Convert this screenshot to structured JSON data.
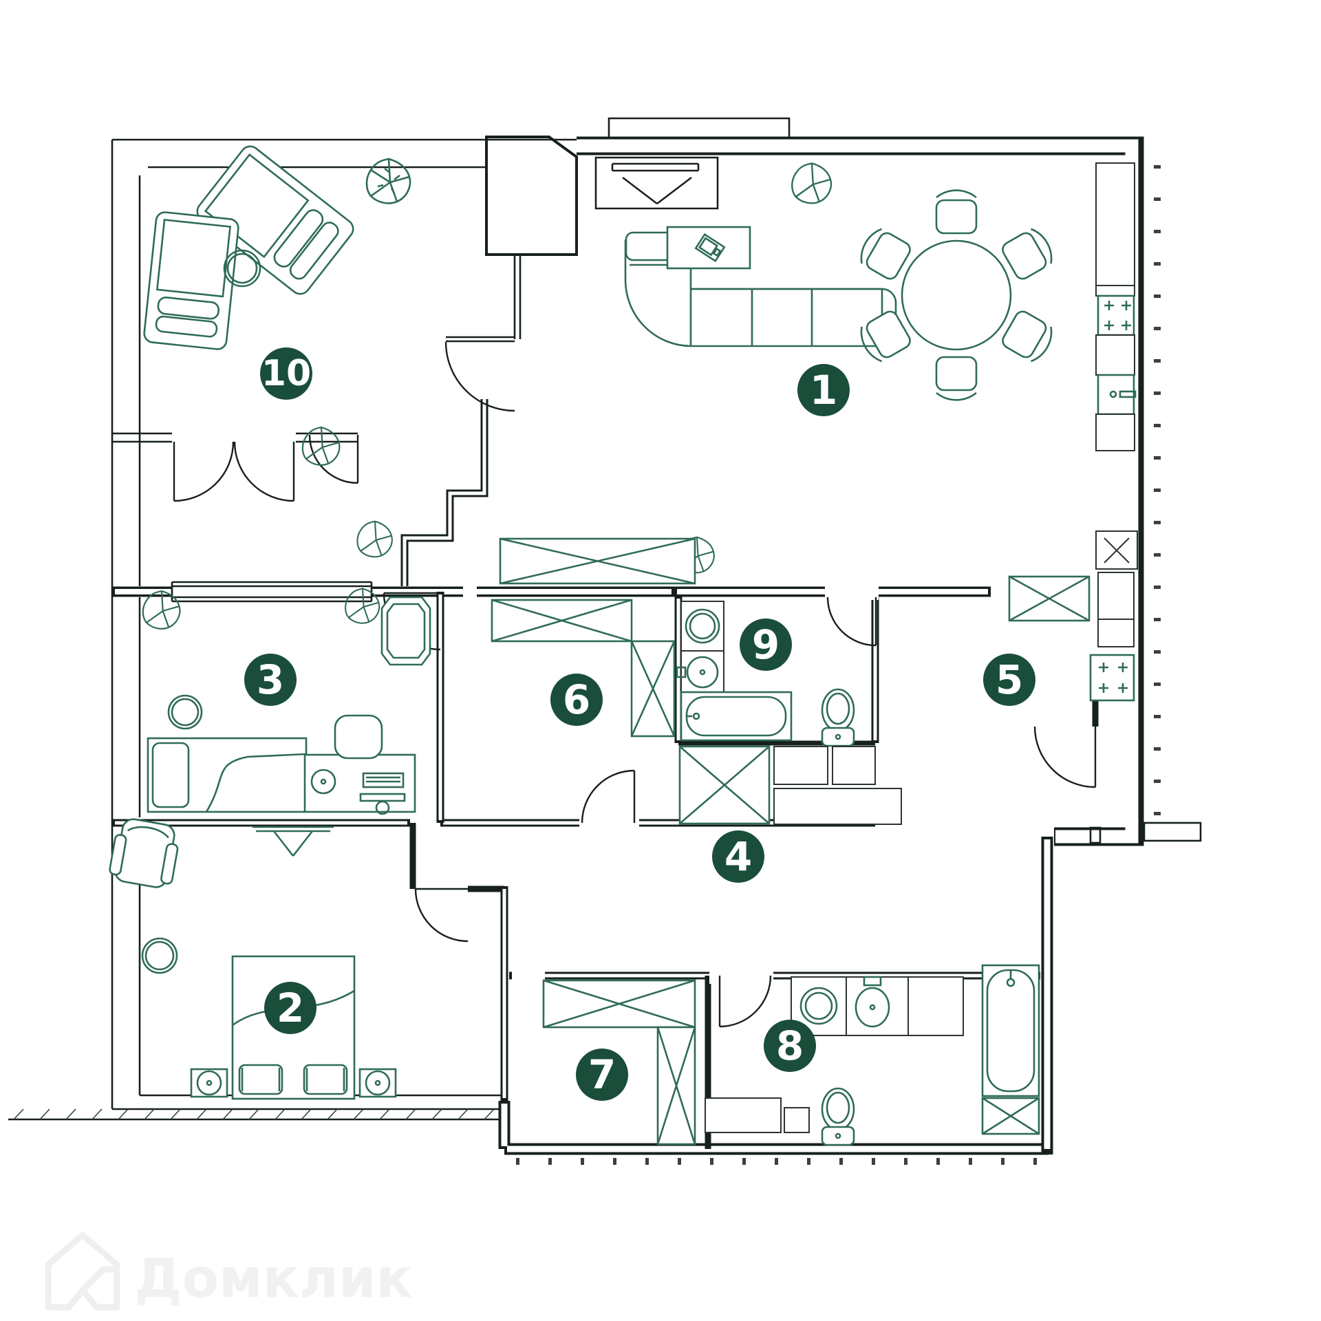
{
  "plan": {
    "type": "apartment-floor-plan",
    "line_color": "#2f6b58",
    "wall_color": "#17201c",
    "badge_color": "#1a4e3a",
    "badge_text_color": "#ffffff",
    "rooms": [
      {
        "number": "1"
      },
      {
        "number": "2"
      },
      {
        "number": "3"
      },
      {
        "number": "4"
      },
      {
        "number": "5"
      },
      {
        "number": "6"
      },
      {
        "number": "7"
      },
      {
        "number": "8"
      },
      {
        "number": "9"
      },
      {
        "number": "10"
      }
    ]
  },
  "watermark": {
    "text": "Домклик",
    "color": "#f1f1f1"
  }
}
